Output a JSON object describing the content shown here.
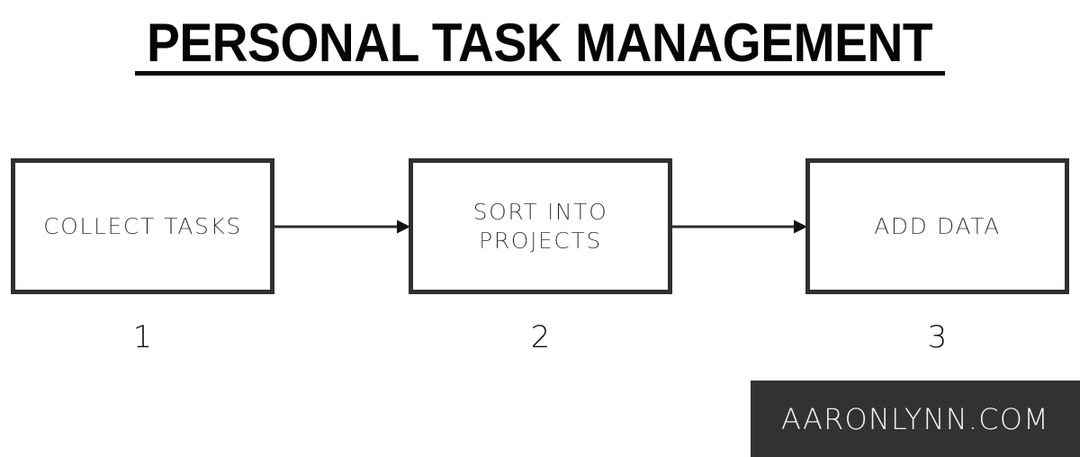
{
  "page": {
    "title": "PERSONAL TASK MANAGEMENT",
    "background_color": "#ffffff",
    "ink_color": "#2f2f2f"
  },
  "diagram": {
    "type": "linear-process-flow",
    "steps": [
      {
        "number": "1",
        "label": "COLLECT TASKS"
      },
      {
        "number": "2",
        "label": "SORT INTO\nPROJECTS"
      },
      {
        "number": "3",
        "label": "ADD DATA"
      }
    ],
    "connectors": [
      {
        "from": "1",
        "to": "2",
        "style": "arrow-right"
      },
      {
        "from": "2",
        "to": "3",
        "style": "arrow-right"
      }
    ]
  },
  "watermark": {
    "text": "AARONLYNN.COM",
    "background_color": "#333133",
    "text_color": "#f2f2f2"
  }
}
